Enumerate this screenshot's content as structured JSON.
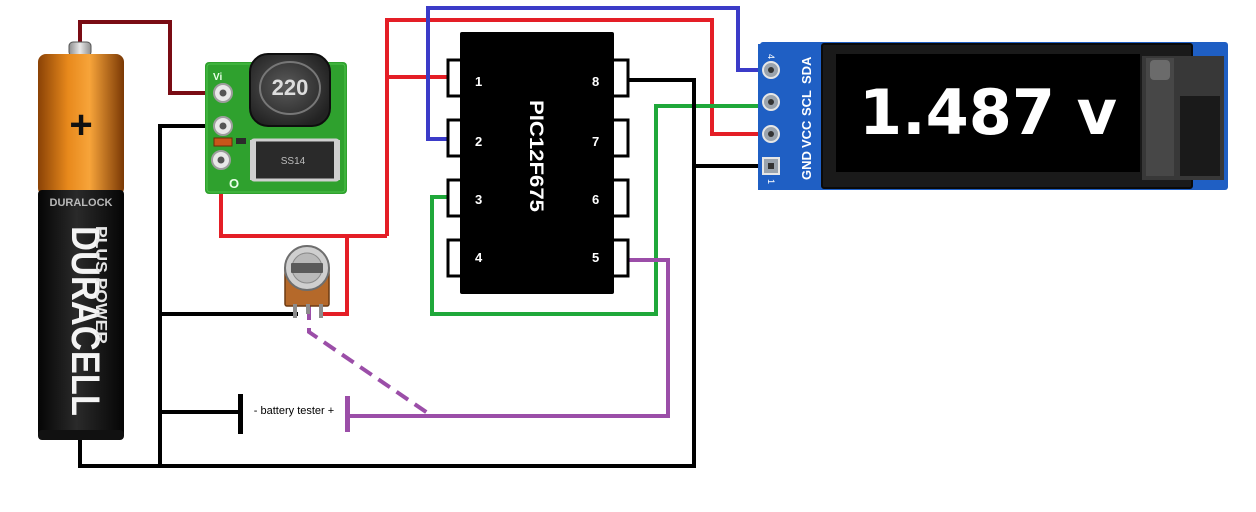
{
  "battery": {
    "brand": "DURACELL",
    "line": "PLUS POWER",
    "tag": "DURALOCK",
    "polarity": "+"
  },
  "converter": {
    "inductor_code": "220",
    "diode_code": "SS14",
    "pad_in": "Vi",
    "pad_out": "O"
  },
  "mcu": {
    "part": "PIC12F675",
    "pins_left": [
      "1",
      "2",
      "3",
      "4"
    ],
    "pins_right": [
      "8",
      "7",
      "6",
      "5"
    ]
  },
  "oled": {
    "reading": "1.487 v",
    "pins": [
      "GND",
      "VCC",
      "SCL",
      "SDA"
    ],
    "pin_number_top": "4",
    "pin_number_bottom": "1"
  },
  "tester": {
    "label": "- battery tester +"
  },
  "colors": {
    "vcc": "#e41e26",
    "battery_plus": "#7a0c14",
    "ground": "#000000",
    "sda": "#3b3bc8",
    "scl": "#1fa83a",
    "sense": "#9b4ea8",
    "board_blue": "#1f5fc4",
    "pcb_green": "#2fa12e"
  }
}
